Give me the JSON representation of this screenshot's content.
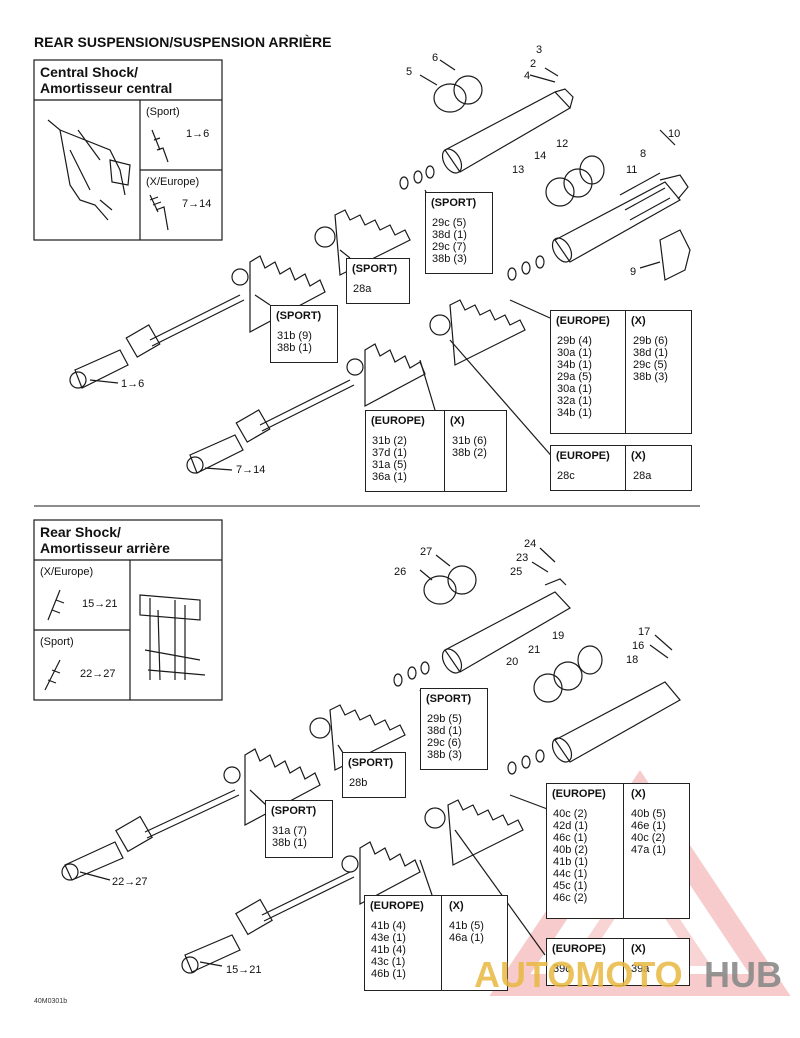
{
  "page_title": "REAR SUSPENSION/SUSPENSION ARRIÈRE",
  "sections": [
    {
      "title_l1": "Central Shock/",
      "title_l2": "Amortisseur central",
      "variant_a": "(Sport)",
      "range_a": "1→6",
      "variant_b": "(X/Europe)",
      "range_b": "7→14",
      "part_numbers": [
        "3",
        "2",
        "4",
        "6",
        "5",
        "10",
        "8",
        "12",
        "14",
        "13",
        "11",
        "9"
      ],
      "end_label_a": "1→6",
      "end_label_b": "7→14",
      "tables": {
        "sport_top": {
          "header": "(SPORT)",
          "rows": [
            "29c (5)",
            "38d (1)",
            "29c (7)",
            "38b (3)"
          ]
        },
        "sport_mid": {
          "header": "(SPORT)",
          "rows": [
            "28a"
          ]
        },
        "sport_low": {
          "header": "(SPORT)",
          "rows": [
            "31b (9)",
            "38b (1)"
          ]
        },
        "eu_x_right": {
          "header_a": "(EUROPE)",
          "header_b": "(X)",
          "col_a": [
            "29b (4)",
            "30a (1)",
            "34b (1)",
            "29a (5)",
            "30a (1)",
            "32a (1)",
            "34b (1)"
          ],
          "col_b": [
            "29b (6)",
            "38d (1)",
            "29c (5)",
            "38b (3)"
          ]
        },
        "eu_x_bottom": {
          "header_a": "(EUROPE)",
          "header_b": "(X)",
          "col_a": [
            "31b (2)",
            "37d (1)",
            "31a (5)",
            "36a (1)"
          ],
          "col_b": [
            "31b (6)",
            "38b (2)"
          ]
        },
        "eu_x_small": {
          "header_a": "(EUROPE)",
          "header_b": "(X)",
          "col_a": [
            "28c"
          ],
          "col_b": [
            "28a"
          ]
        }
      }
    },
    {
      "title_l1": "Rear Shock/",
      "title_l2": "Amortisseur arrière",
      "variant_a": "(X/Europe)",
      "range_a": "15→21",
      "variant_b": "(Sport)",
      "range_b": "22→27",
      "part_numbers": [
        "24",
        "23",
        "25",
        "27",
        "26",
        "17",
        "16",
        "18",
        "19",
        "21",
        "20"
      ],
      "end_label_a": "22→27",
      "end_label_b": "15→21",
      "tables": {
        "sport_top": {
          "header": "(SPORT)",
          "rows": [
            "29b (5)",
            "38d (1)",
            "29c (6)",
            "38b (3)"
          ]
        },
        "sport_mid": {
          "header": "(SPORT)",
          "rows": [
            "28b"
          ]
        },
        "sport_low": {
          "header": "(SPORT)",
          "rows": [
            "31a (7)",
            "38b (1)"
          ]
        },
        "eu_x_right": {
          "header_a": "(EUROPE)",
          "header_b": "(X)",
          "col_a": [
            "40c (2)",
            "42d (1)",
            "46c (1)",
            "40b (2)",
            "41b (1)",
            "44c (1)",
            "45c (1)",
            "46c (2)"
          ],
          "col_b": [
            "40b (5)",
            "46e (1)",
            "40c (2)",
            "47a (1)"
          ]
        },
        "eu_x_bottom": {
          "header_a": "(EUROPE)",
          "header_b": "(X)",
          "col_a": [
            "41b (4)",
            "43e (1)",
            "41b (4)",
            "43c (1)",
            "46b (1)"
          ],
          "col_b": [
            "41b (5)",
            "46a (1)"
          ]
        },
        "eu_x_small": {
          "header_a": "(EUROPE)",
          "header_b": "(X)",
          "col_a": [
            "39c"
          ],
          "col_b": [
            "39a"
          ]
        }
      }
    }
  ],
  "drawing_code": "40M0301b",
  "watermark_a": "AUTOMOTO",
  "watermark_b": "HUB",
  "colors": {
    "line": "#1a1a1a",
    "watermark_red": "#e03a3a",
    "watermark_gold": "#e0b030",
    "watermark_grey": "#8a8a8a"
  }
}
